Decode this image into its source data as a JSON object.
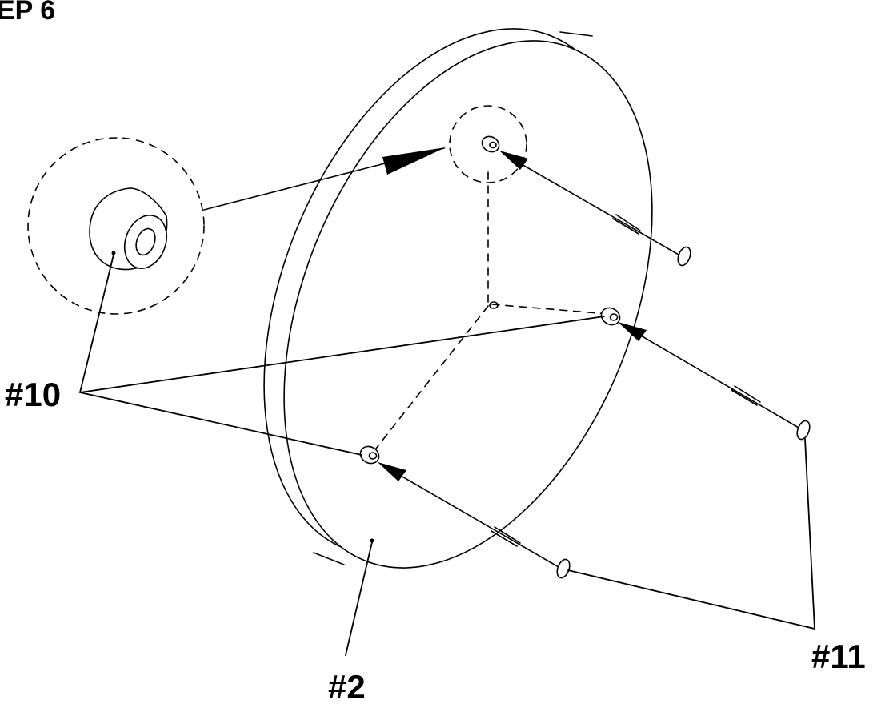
{
  "title": "EP 6",
  "labels": {
    "part_2": "#2",
    "part_10": "#10",
    "part_11": "#11"
  },
  "colors": {
    "line": "#000000",
    "background": "#ffffff"
  }
}
